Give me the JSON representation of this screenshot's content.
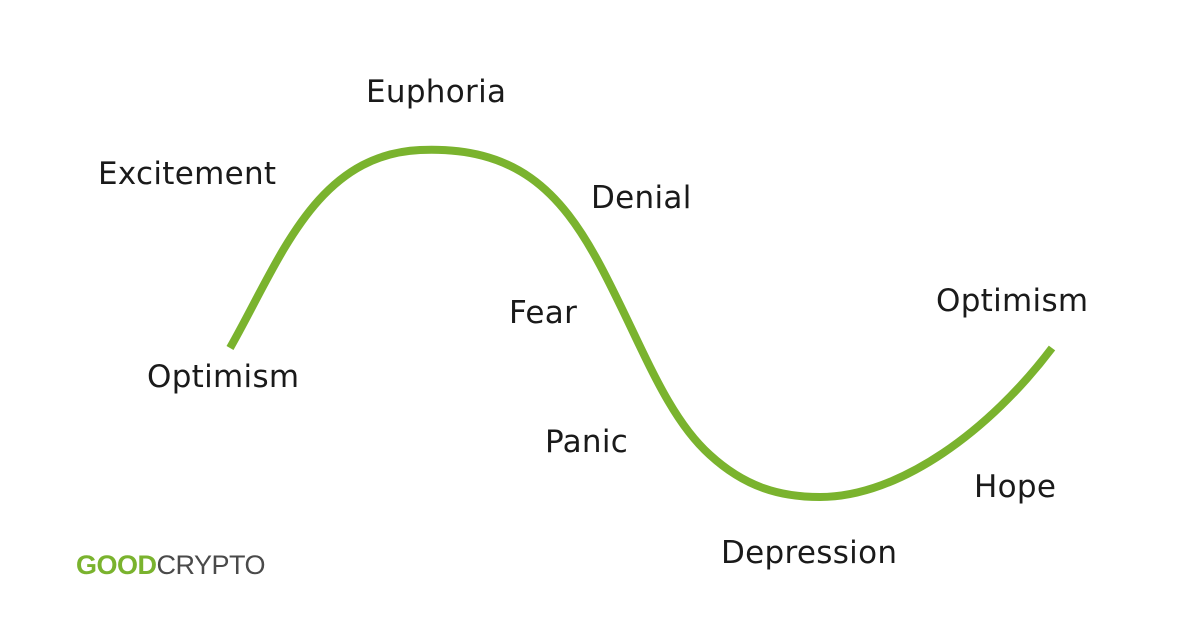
{
  "colors": {
    "background": "#ffffff",
    "curve": "#7ab32e",
    "text": "#1a1a1a",
    "logo_good": "#7ab32e",
    "logo_crypto": "#4a4a4a"
  },
  "labels": {
    "optimism_start": "Optimism",
    "excitement": "Excitement",
    "euphoria": "Euphoria",
    "denial": "Denial",
    "fear": "Fear",
    "panic": "Panic",
    "depression": "Depression",
    "hope": "Hope",
    "optimism_end": "Optimism"
  },
  "logo": {
    "part1": "GOOD",
    "part2": "CRYPTO"
  }
}
